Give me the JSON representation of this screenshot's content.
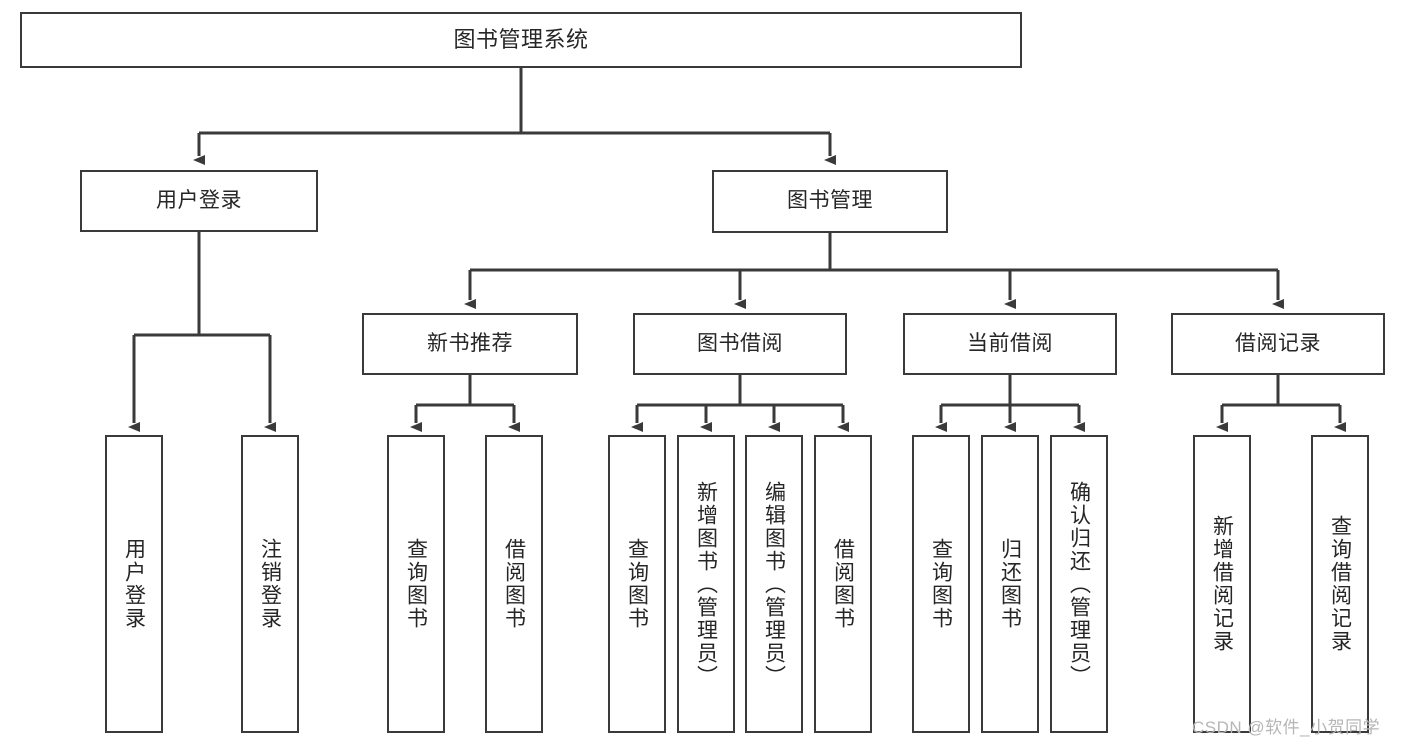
{
  "diagram": {
    "title": "图书管理系统",
    "type": "tree-hierarchy-chart",
    "root": {
      "label": "图书管理系统"
    },
    "level2": [
      {
        "label": "用户登录"
      },
      {
        "label": "图书管理"
      }
    ],
    "level3": [
      {
        "label": "新书推荐"
      },
      {
        "label": "图书借阅"
      },
      {
        "label": "当前借阅"
      },
      {
        "label": "借阅记录"
      }
    ],
    "leaves": {
      "user_login": [
        {
          "label": "用户登录"
        },
        {
          "label": "注销登录"
        }
      ],
      "new_book_recommend": [
        {
          "label": "查询图书"
        },
        {
          "label": "借阅图书"
        }
      ],
      "book_borrow": [
        {
          "label": "查询图书"
        },
        {
          "label": "新增图书（管理员）"
        },
        {
          "label": "编辑图书（管理员）"
        },
        {
          "label": "借阅图书"
        }
      ],
      "current_borrow": [
        {
          "label": "查询图书"
        },
        {
          "label": "归还图书"
        },
        {
          "label": "确认归还（管理员）"
        }
      ],
      "borrow_record": [
        {
          "label": "新增借阅记录"
        },
        {
          "label": "查询借阅记录"
        }
      ]
    }
  },
  "watermark": {
    "text": "CSDN @软件_小贺同学"
  },
  "colors": {
    "stroke": "#3a3a3a",
    "text": "#262626",
    "background": "#ffffff",
    "watermark": "#b6b6b6"
  }
}
